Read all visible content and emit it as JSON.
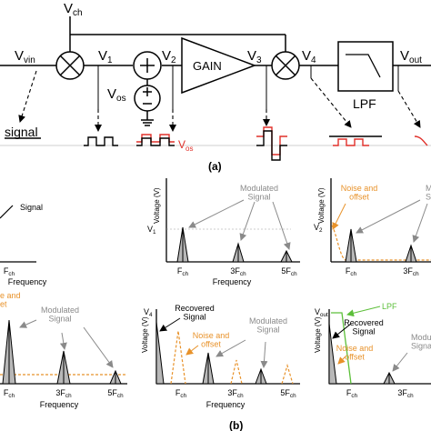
{
  "top": {
    "vch": "V",
    "vch_sub": "ch",
    "vin": "V",
    "vin_sub": "vin",
    "v1": "V",
    "v1_sub": "1",
    "v2": "V",
    "v2_sub": "2",
    "v3": "V",
    "v3_sub": "3",
    "v4": "V",
    "v4_sub": "4",
    "vout": "V",
    "vout_sub": "out",
    "vos": "V",
    "vos_sub": "os",
    "gain": "GAIN",
    "lpf": "LPF",
    "signal": "signal",
    "vos_wave": "V",
    "vos_wave_sub": "os",
    "caption_a": "(a)"
  },
  "panels": {
    "p1": {
      "signal": "Signal",
      "fch": "F",
      "fch_sub": "ch",
      "freq": "Frequency"
    },
    "p2": {
      "ylabel": "Voltage (V)",
      "vlabel": "V",
      "vlabel_sub": "1",
      "annot": "Modulated\nSignal",
      "fch": "F",
      "fch_sub": "ch",
      "f3": "3F",
      "f3_sub": "ch",
      "f5": "5F",
      "f5_sub": "ch",
      "freq": "Frequency"
    },
    "p3": {
      "ylabel": "Voltage (V)",
      "vlabel": "V",
      "vlabel_sub": "2",
      "noise": "Noise and\noffset",
      "annot": "Modulat\nSignal",
      "fch": "F",
      "fch_sub": "ch",
      "f3": "3F",
      "f3_sub": "ch"
    },
    "p4": {
      "noise": "e and\net",
      "annot": "Modulated\nSignal",
      "fch": "F",
      "fch_sub": "ch",
      "f3": "3F",
      "f3_sub": "ch",
      "f5": "5F",
      "f5_sub": "ch",
      "freq": "Frequency"
    },
    "p5": {
      "ylabel": "Voltage (V)",
      "vlabel": "V",
      "vlabel_sub": "4",
      "recovered": "Recovered\nSignal",
      "noise": "Noise and\noffset",
      "annot": "Modulated\nSignal",
      "fch": "F",
      "fch_sub": "ch",
      "f3": "3F",
      "f3_sub": "ch",
      "f5": "5F",
      "f5_sub": "ch",
      "freq": "Frequency"
    },
    "p6": {
      "ylabel": "Voltage (V)",
      "vlabel": "V",
      "vlabel_sub": "out",
      "lpf": "LPF",
      "recovered": "Recovered\nSignal",
      "noise": "Noise and\noffset",
      "annot": "Modula\nSigna",
      "fch": "F",
      "fch_sub": "ch",
      "f3": "3F",
      "f3_sub": "ch"
    }
  },
  "caption_b": "(b)",
  "colors": {
    "gray": "#8a8a8a",
    "orange": "#e8922a",
    "red": "#e0302a",
    "green": "#5cbf3a"
  }
}
